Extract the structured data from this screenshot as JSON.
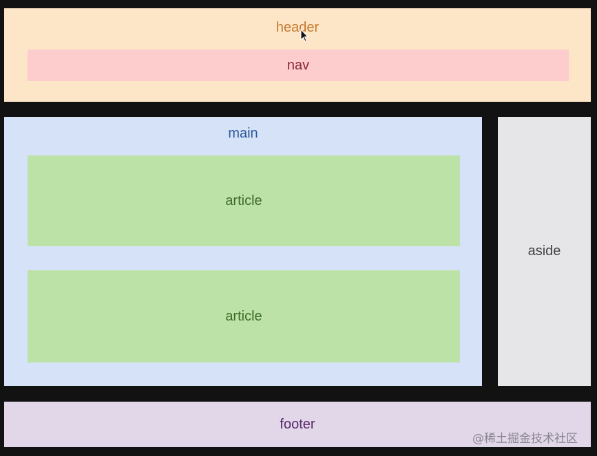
{
  "header": {
    "label": "header"
  },
  "nav": {
    "label": "nav"
  },
  "main": {
    "label": "main",
    "articles": [
      {
        "label": "article"
      },
      {
        "label": "article"
      }
    ]
  },
  "aside": {
    "label": "aside"
  },
  "footer": {
    "label": "footer"
  },
  "watermark": "@稀土掘金技术社区",
  "colors": {
    "header": "#fde5c8",
    "nav": "#fdcccc",
    "main": "#d5e2f7",
    "article": "#bde2a7",
    "aside": "#e6e5e7",
    "footer": "#e2d6e9",
    "background": "#121212"
  }
}
